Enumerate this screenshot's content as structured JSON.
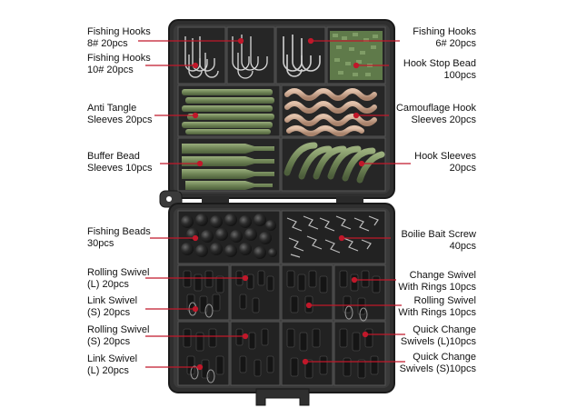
{
  "colors": {
    "box": "#2b2b2b",
    "box_edge": "#4a4a4a",
    "pointer": "#c0182a",
    "sleeve_green": "#7a8f5e",
    "bead_green": "#6f8a58",
    "camo_tan": "#c9a38a",
    "black_item": "#1c1c1c"
  },
  "labels": [
    {
      "id": "fishing-hooks-8",
      "side": "left",
      "line1": "Fishing Hooks",
      "line2": "8# 20pcs"
    },
    {
      "id": "fishing-hooks-10",
      "side": "left",
      "line1": "Fishing Hooks",
      "line2": "10# 20pcs"
    },
    {
      "id": "anti-tangle-sleeves",
      "side": "left",
      "line1": "Anti Tangle",
      "line2": "Sleeves 20pcs"
    },
    {
      "id": "buffer-bead-sleeves",
      "side": "left",
      "line1": "Buffer Bead",
      "line2": "Sleeves 10pcs"
    },
    {
      "id": "fishing-beads",
      "side": "left",
      "line1": "Fishing Beads",
      "line2": "30pcs"
    },
    {
      "id": "rolling-swivel-l",
      "side": "left",
      "line1": "Rolling Swivel",
      "line2": "(L) 20pcs"
    },
    {
      "id": "link-swivel-s",
      "side": "left",
      "line1": "Link Swivel",
      "line2": "(S) 20pcs"
    },
    {
      "id": "rolling-swivel-s",
      "side": "left",
      "line1": "Rolling Swivel",
      "line2": "(S) 20pcs"
    },
    {
      "id": "link-swivel-l",
      "side": "left",
      "line1": "Link Swivel",
      "line2": "(L) 20pcs"
    },
    {
      "id": "fishing-hooks-6",
      "side": "right",
      "line1": "Fishing Hooks",
      "line2": "6# 20pcs"
    },
    {
      "id": "hook-stop-bead",
      "side": "right",
      "line1": "Hook Stop Bead",
      "line2": "100pcs"
    },
    {
      "id": "camouflage-hook-sleeves",
      "side": "right",
      "line1": "Camouflage Hook",
      "line2": "Sleeves 20pcs"
    },
    {
      "id": "hook-sleeves",
      "side": "right",
      "line1": "Hook Sleeves",
      "line2": "20pcs"
    },
    {
      "id": "boilie-bait-screw",
      "side": "right",
      "line1": "Boilie Bait Screw",
      "line2": "40pcs"
    },
    {
      "id": "change-swivel-rings",
      "side": "right",
      "line1": "Change Swivel",
      "line2": "With Rings 10pcs"
    },
    {
      "id": "rolling-swivel-rings",
      "side": "right",
      "line1": "Rolling Swivel",
      "line2": "With Rings 10pcs"
    },
    {
      "id": "quick-change-swivels-l",
      "side": "right",
      "line1": "Quick Change",
      "line2": "Swivels (L)10pcs"
    },
    {
      "id": "quick-change-swivels-s",
      "side": "right",
      "line1": "Quick Change",
      "line2": "Swivels (S)10pcs"
    }
  ]
}
